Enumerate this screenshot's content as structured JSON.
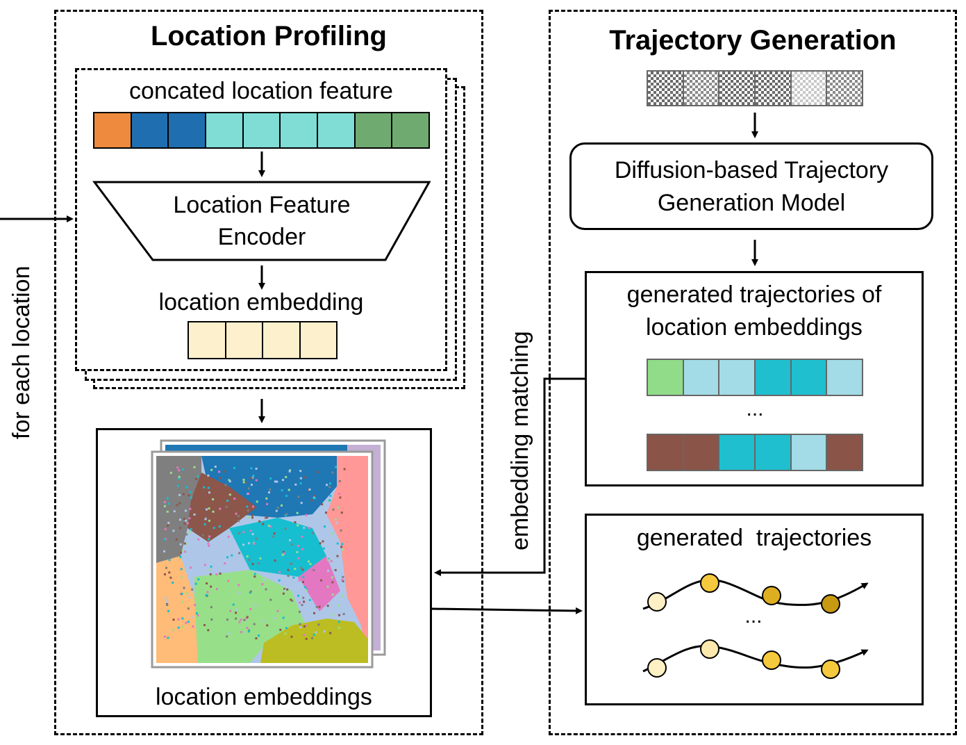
{
  "left_panel": {
    "title": "Location Profiling",
    "feature_label": "concated location feature",
    "feature_cells": [
      "#ed8a3e",
      "#1f6fb0",
      "#1f6fb0",
      "#7fddd6",
      "#7fddd6",
      "#7fddd6",
      "#7fddd6",
      "#6fab71",
      "#6fab71"
    ],
    "encoder_label_1": "Location Feature",
    "encoder_label_2": "Encoder",
    "embedding_label": "location embedding",
    "embedding_cells": [
      "#fdf0cc",
      "#fdf0cc",
      "#fdf0cc",
      "#fdf0cc"
    ],
    "embeddings_label": "location embeddings"
  },
  "side_label": "for each location",
  "matching_label": "embedding matching",
  "right_panel": {
    "title": "Trajectory Generation",
    "noise_cells": 6,
    "model_label_1": "Diffusion-based Trajectory",
    "model_label_2": "Generation Model",
    "gen_emb_label_1": "generated trajectories of",
    "gen_emb_label_2": "location embeddings",
    "row1_cells": [
      "#90dc88",
      "#a3dbe6",
      "#a3dbe6",
      "#1fbfcf",
      "#1fbfcf",
      "#a3dbe6"
    ],
    "row2_cells": [
      "#8a5448",
      "#8a5448",
      "#1fbfcf",
      "#1fbfcf",
      "#a3dbe6",
      "#8a5448"
    ],
    "ellipsis": "...",
    "gen_traj_label": "generated  trajectories",
    "traj1_colors": [
      "#fdf0c4",
      "#f5c93d",
      "#ddae20",
      "#c89a12"
    ],
    "traj2_colors": [
      "#fdf0c4",
      "#fde8ad",
      "#f5c93d",
      "#f5c93d"
    ]
  },
  "map_colors": {
    "blue": "#1f77b4",
    "brown": "#8c564b",
    "gray": "#7f7f7f",
    "orange": "#ffbb78",
    "green": "#98df8a",
    "olive": "#bcbd22",
    "pink": "#ff9896",
    "cyan": "#17becf",
    "purple": "#c5b0d5",
    "lightblue": "#aec7e8",
    "magenta": "#e377c2"
  }
}
